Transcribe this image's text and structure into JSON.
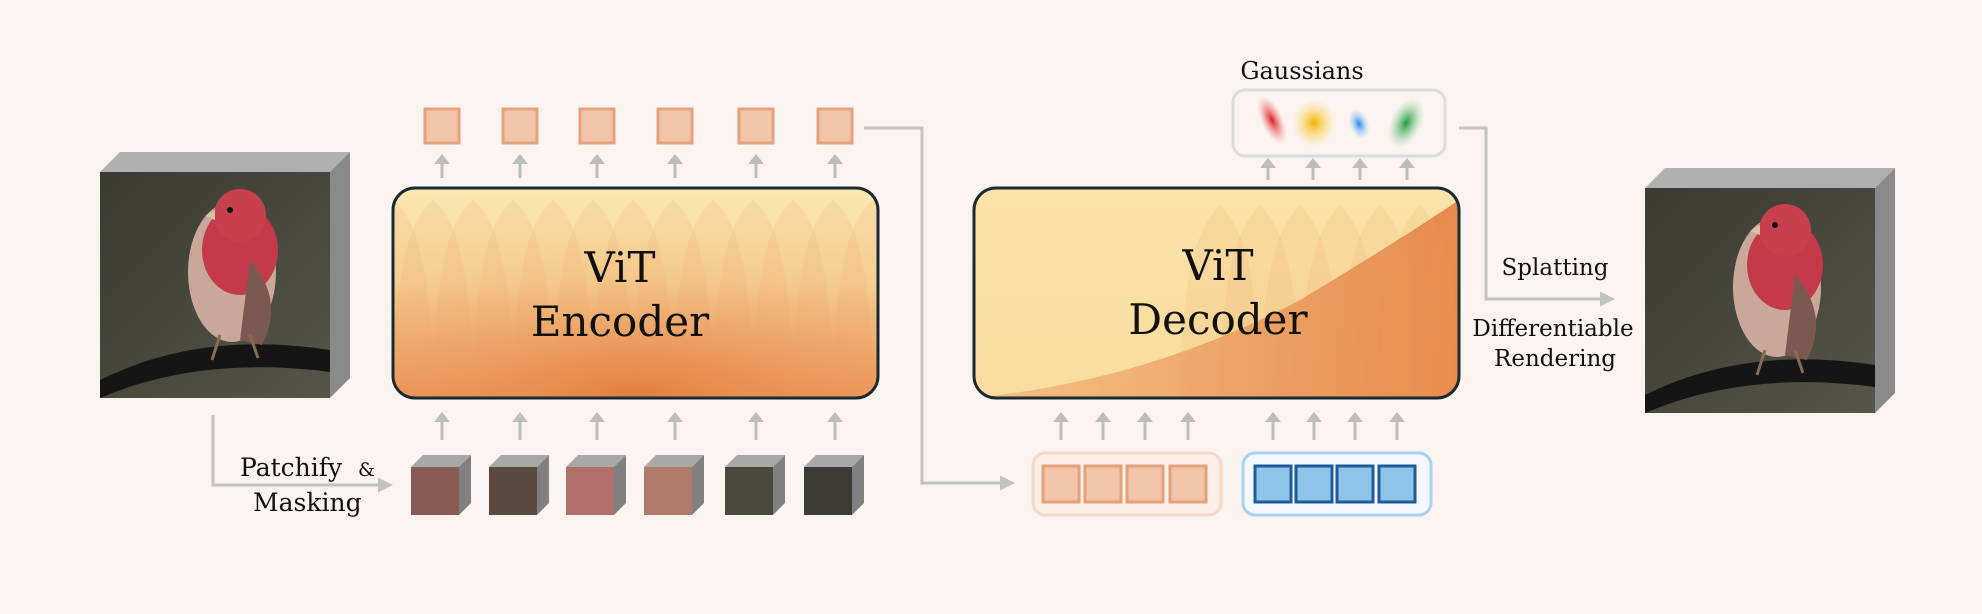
{
  "encoder": {
    "line1": "ViT",
    "line2": "Encoder"
  },
  "decoder": {
    "line1": "ViT",
    "line2": "Decoder"
  },
  "gaussians_label": "Gaussians",
  "patchify": {
    "line1": "Patchify",
    "amp": "&",
    "line2": "Masking"
  },
  "splatting_label": "Splatting",
  "rendering": {
    "line1": "Differentiable",
    "line2": "Rendering"
  },
  "colors": {
    "background": "#fbf3f0",
    "token_orange": "#f2c4aa",
    "token_blue": "#8ec5e8",
    "arrow_gray": "#bdbdbd",
    "box_fill_light": "#fae3a8",
    "box_fill_deep": "#e8834a"
  },
  "gaussian_colors": [
    "#e04040",
    "#f2c020",
    "#3a90e0",
    "#30a050"
  ]
}
